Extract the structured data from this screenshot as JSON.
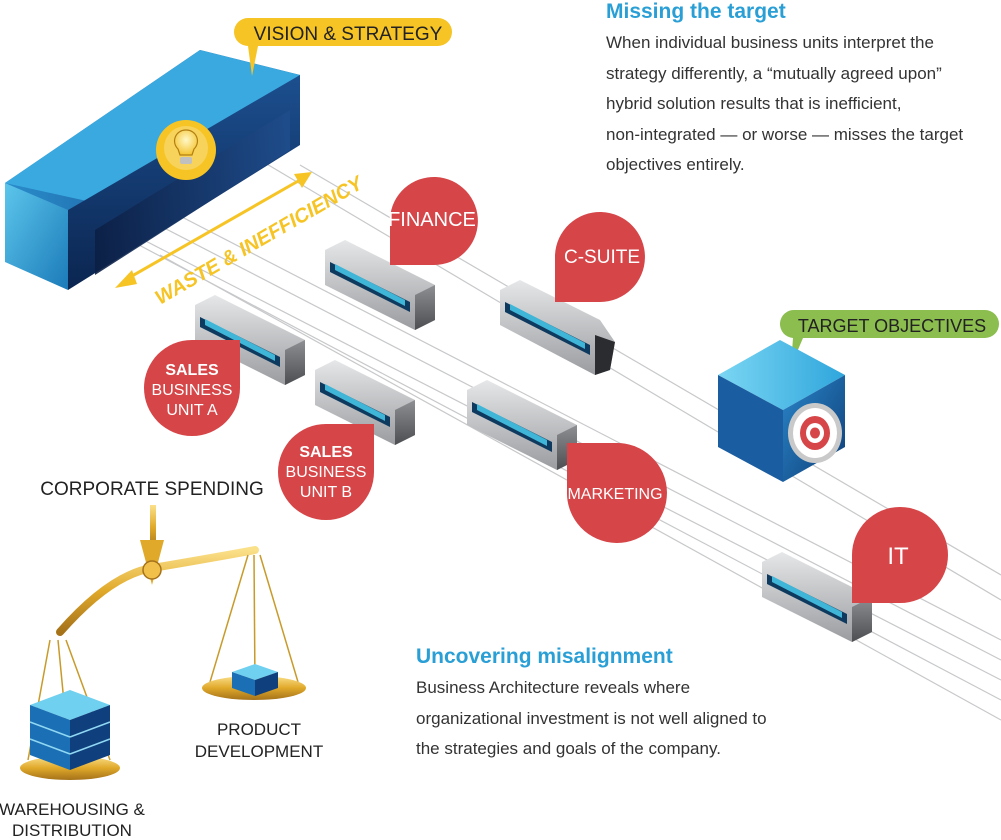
{
  "callouts": {
    "vision": "VISION & STRATEGY",
    "target": "TARGET OBJECTIVES"
  },
  "waste_label": "WASTE & INEFFICIENCY",
  "departments": {
    "finance": "FINANCE",
    "csuite": "C-SUITE",
    "sales_a": [
      "SALES",
      "BUSINESS",
      "UNIT A"
    ],
    "sales_b": [
      "SALES",
      "BUSINESS",
      "UNIT B"
    ],
    "marketing": "MARKETING",
    "it": "IT"
  },
  "scale": {
    "title": "CORPORATE SPENDING",
    "left_pan": [
      "WAREHOUSING &",
      "DISTRIBUTION"
    ],
    "right_pan": [
      "PRODUCT",
      "DEVELOPMENT"
    ]
  },
  "missing_target": {
    "heading": "Missing the target",
    "lines": [
      "When individual business units interpret the",
      "strategy differently, a “mutually agreed upon”",
      "hybrid solution results that is inefficient,",
      "non-integrated — or worse — misses the target",
      "objectives entirely."
    ]
  },
  "uncovering": {
    "heading": "Uncovering misalignment",
    "lines": [
      "Business Architecture reveals where",
      "organizational investment is not well aligned to",
      "the strategies and goals of the company."
    ]
  },
  "colors": {
    "accent_blue": "#2a9fd6",
    "red_bubble": "#d64548",
    "yellow_tag": "#f6c424",
    "green_tag": "#8bbd4f",
    "body_text": "#333333"
  }
}
